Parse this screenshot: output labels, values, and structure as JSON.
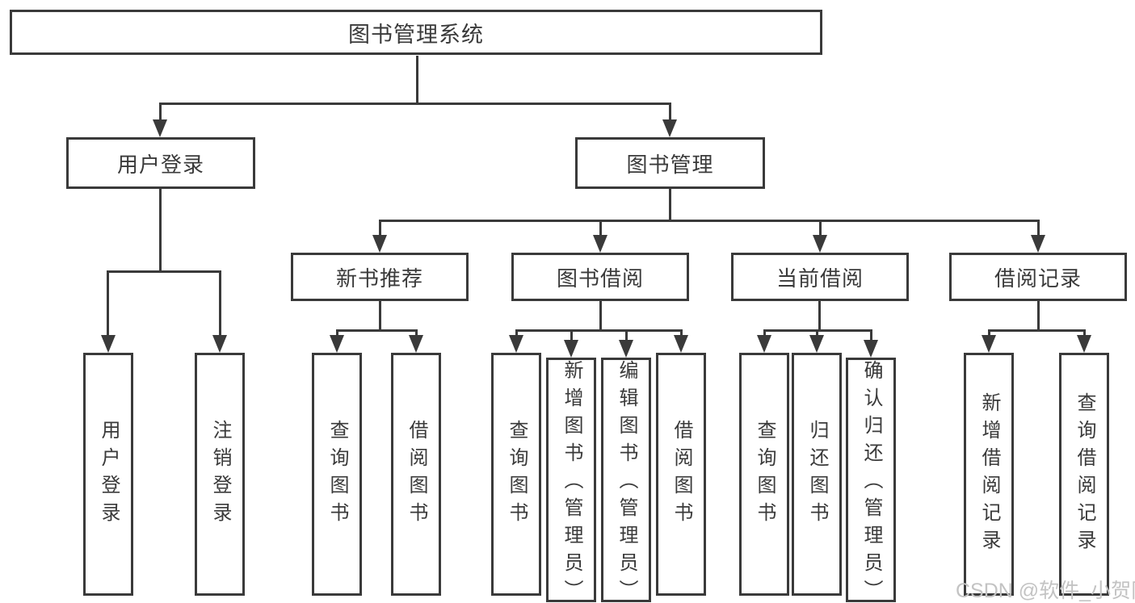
{
  "diagram": {
    "title": "图书管理系统",
    "root": {
      "label": "图书管理系统"
    },
    "level2": [
      {
        "label": "用户登录"
      },
      {
        "label": "图书管理"
      }
    ],
    "level3": [
      {
        "label": "新书推荐"
      },
      {
        "label": "图书借阅"
      },
      {
        "label": "当前借阅"
      },
      {
        "label": "借阅记录"
      }
    ],
    "leaves": {
      "user_login": [
        "用户登录",
        "注销登录"
      ],
      "new_book": [
        "查询图书",
        "借阅图书"
      ],
      "book_borrow": [
        "查询图书",
        "新增图书（管理员）",
        "编辑图书（管理员）",
        "借阅图书"
      ],
      "current_borrow": [
        "查询图书",
        "归还图书",
        "确认归还（管理员）"
      ],
      "borrow_record": [
        "新增借阅记录",
        "查询借阅记录"
      ]
    }
  },
  "watermark": {
    "text": "CSDN @软件_小贺同学"
  },
  "colors": {
    "line": "#3a3a3a",
    "text": "#3a3a3a",
    "watermark": "#c3c3c3",
    "background": "#ffffff"
  }
}
